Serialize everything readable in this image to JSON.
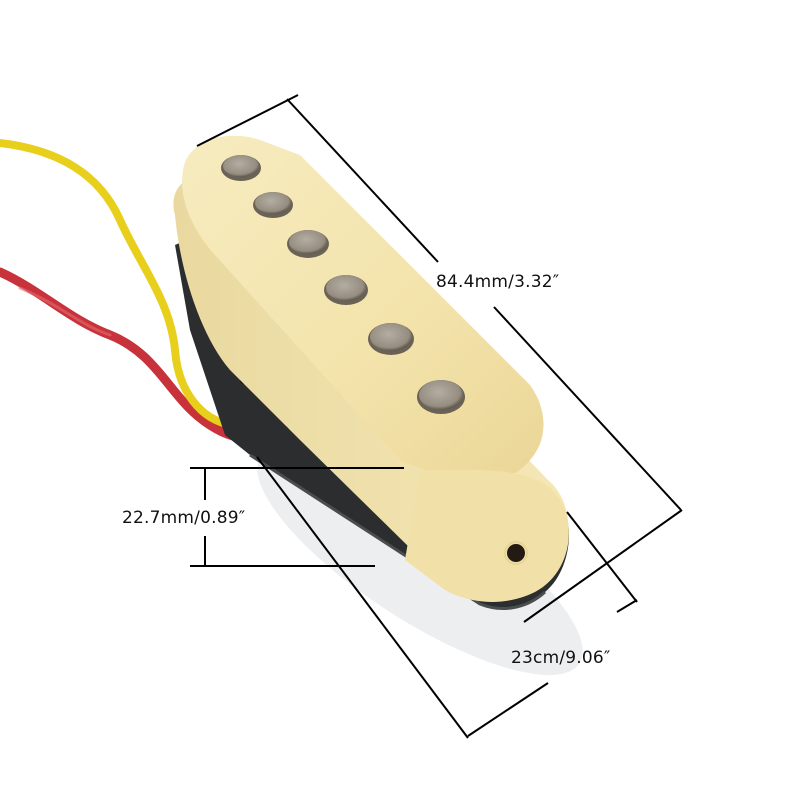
{
  "product": {
    "subject": "single-coil guitar pickup",
    "cover_color": "#F3E6B0",
    "baseplate_color": "#2B2D2E",
    "pole_piece_count": 6,
    "pole_piece_color": "#9C9488",
    "wires": [
      {
        "name": "yellow-wire",
        "color": "#E8CF1C"
      },
      {
        "name": "red-wire",
        "color": "#C8323A"
      }
    ]
  },
  "dimensions": {
    "length": "84.4mm/3.32″",
    "height": "22.7mm/0.89″",
    "width": "23cm/9.06″"
  },
  "colors": {
    "background": "#FFFFFF",
    "dimension_line": "#000000"
  }
}
